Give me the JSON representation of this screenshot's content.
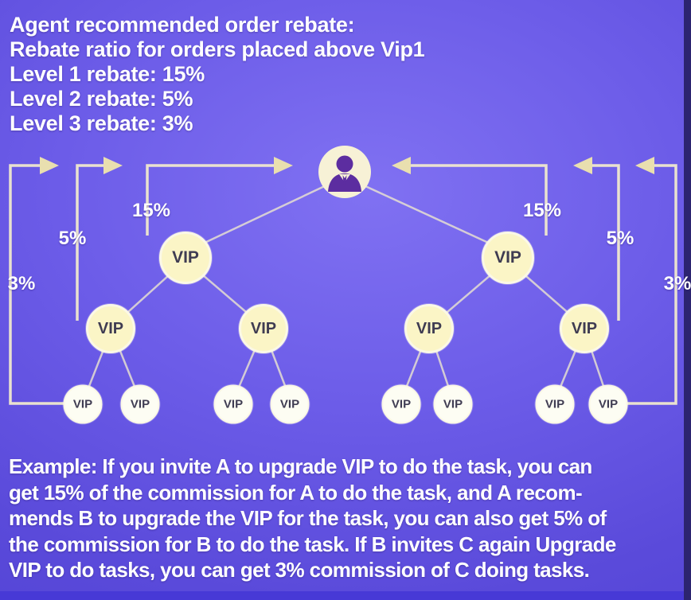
{
  "header": {
    "lines": [
      "Agent recommended order rebate:",
      "Rebate ratio for orders placed above Vip1",
      "Level 1 rebate: 15%",
      "Level 2 rebate: 5%",
      "Level 3 rebate: 3%"
    ]
  },
  "diagram": {
    "node_label": "VIP",
    "labels": {
      "level1": "15%",
      "level2": "5%",
      "level3": "3%"
    },
    "colors": {
      "background": "#6c5ce8",
      "node_fill": "#fbf5c6",
      "small_node_fill": "#fdfdf3",
      "line": "#f0e9cd",
      "arrow": "#e9dfaf",
      "person_glyph": "#5c2da0",
      "label_text": "#ffffff",
      "bottom_bar": "#4739d6"
    }
  },
  "example": {
    "lines": [
      "Example: If you invite A to upgrade VIP to do the task, you can",
      "get 15% of the commission for A to do the task, and A recom-",
      "mends B to upgrade the VIP for the task, you can also get 5% of",
      "the commission for B to do the task. If B invites C again Upgrade",
      "VIP to do tasks, you can get 3% commission of C doing tasks."
    ]
  }
}
